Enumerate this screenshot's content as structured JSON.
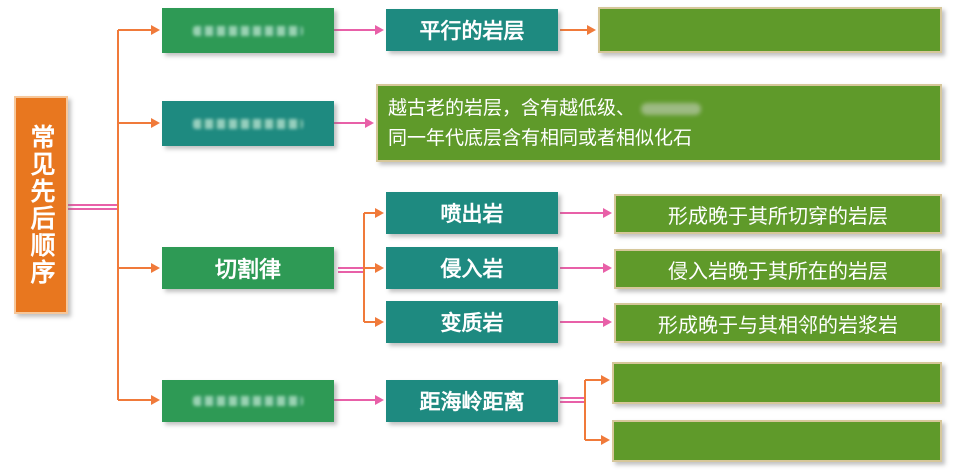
{
  "root": {
    "label": "常见先后顺序"
  },
  "branches": [
    {
      "label": "",
      "child": "平行的岩层",
      "note_line1": "",
      "note_line2": ""
    },
    {
      "label": "",
      "note_line1": "越古老的岩层，含有越低级、",
      "note_line2": "同一年代底层含有相同或者相似化石"
    },
    {
      "label": "切割律",
      "children": [
        {
          "label": "喷出岩",
          "result": "形成晚于其所切穿的岩层"
        },
        {
          "label": "侵入岩",
          "result": "侵入岩晚于其所在的岩层"
        },
        {
          "label": "变质岩",
          "result": "形成晚于与其相邻的岩浆岩"
        }
      ]
    },
    {
      "label": "",
      "child": "距海岭距离"
    }
  ],
  "colors": {
    "root": "#e8771f",
    "level1": "#2e9a55",
    "level2": "#1e8a80",
    "leaf": "#5f9a2a",
    "connector_pink": "#e860a8",
    "connector_orange": "#f07a3a"
  }
}
